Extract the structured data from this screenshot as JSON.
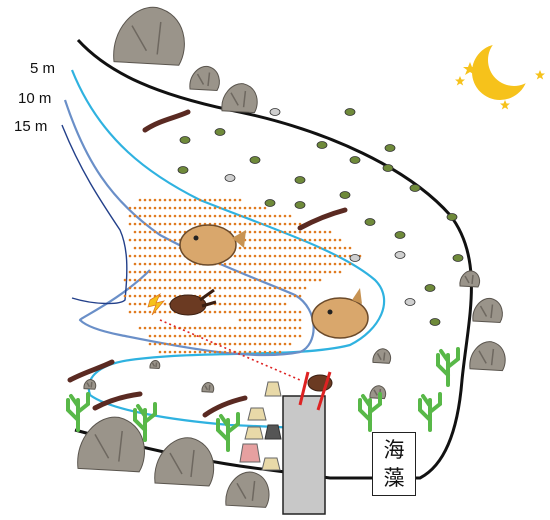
{
  "depth_labels": [
    "5 m",
    "10 m",
    "15 m"
  ],
  "seaweed_label": [
    "海",
    "藻"
  ],
  "icons": {
    "moon": "crescent-moon-icon",
    "stars": "star-icon",
    "rocks": "boulder-icon",
    "seaweed": "seaweed-icon",
    "fish": "pufferfish-icon",
    "eel": "eel-icon",
    "crab": "crab-icon",
    "flash": "lightning-icon",
    "structure": "pier-pillar-icon"
  },
  "colors": {
    "contour_5m": "#2fb2e0",
    "contour_10m": "#6a8fc8",
    "contour_15m": "#23408a",
    "dots": "#e07a1f",
    "pebble_green": "#6f8a3a",
    "moon": "#f6c21b",
    "seaweed": "#58b848",
    "pillar": "#c8c8c8"
  }
}
